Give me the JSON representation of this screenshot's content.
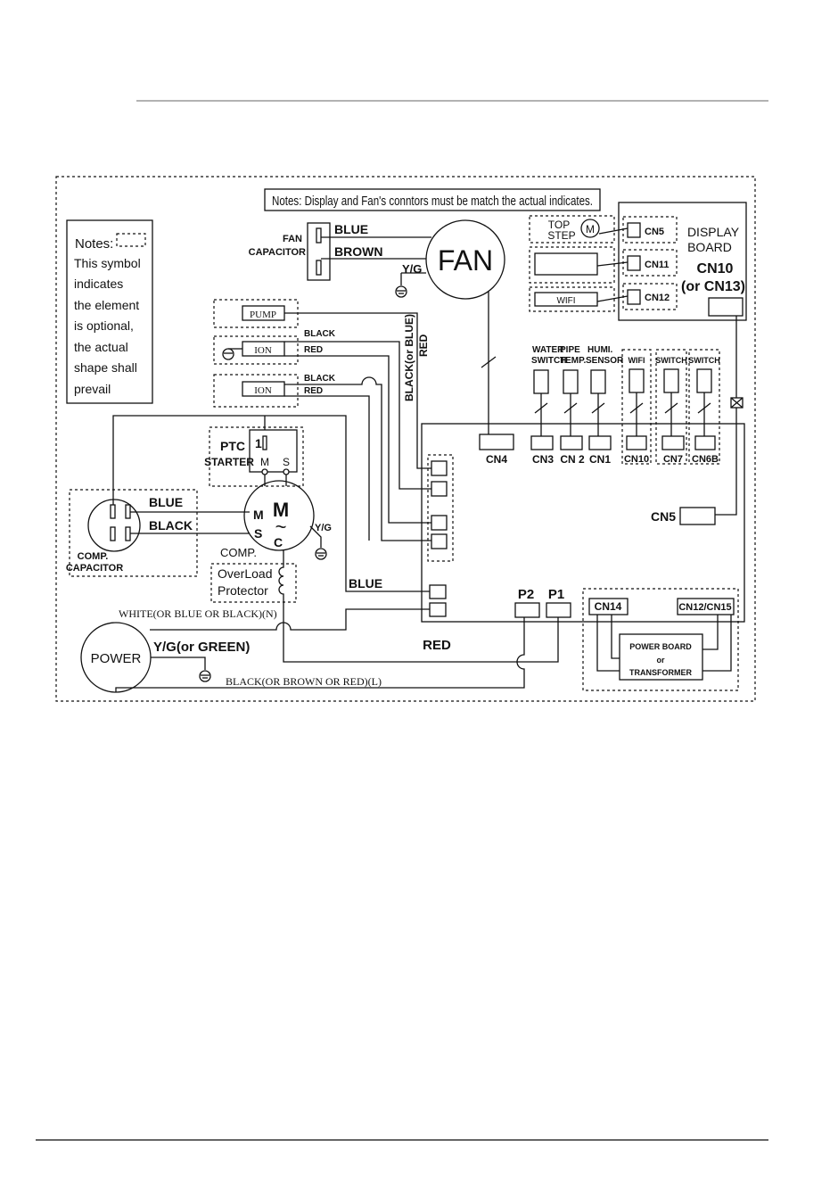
{
  "notes": {
    "top": "Notes: Display and Fan's conntors must be match the actual indicates.",
    "legend_title": "Notes:",
    "legend_lines": [
      "This symbol",
      "indicates",
      "the element",
      "is optional,",
      "the actual",
      "shape shall",
      "prevail"
    ]
  },
  "fan": {
    "label": "FAN",
    "capacitor": [
      "FAN",
      "CAPACITOR"
    ],
    "wire_blue": "BLUE",
    "wire_brown": "BROWN",
    "ground": "Y/G",
    "vertical_wire_1": "BLACK(or BLUE)",
    "vertical_wire_2": "RED"
  },
  "loads": {
    "pump": "PUMP",
    "ion1": "ION",
    "ion2": "ION",
    "black1": "BLACK",
    "red1": "RED",
    "black2": "BLACK",
    "red2": "RED"
  },
  "display": {
    "top_step": [
      "TOP",
      "STEP"
    ],
    "motor": "M",
    "wifi": "WIFI",
    "cn5": "CN5",
    "cn11": "CN11",
    "cn12": "CN12",
    "board": [
      "DISPLAY",
      "BOARD"
    ],
    "cn10": [
      "CN10",
      "(or CN13)"
    ]
  },
  "sensors": {
    "water": [
      "WATER",
      "SWITCH"
    ],
    "pipe": [
      "PIPE",
      "TEMP."
    ],
    "humi": [
      "HUMI.",
      "SENSOR"
    ],
    "wifi": "WIFI",
    "switch1": "SWITCH",
    "switch2": "SWITCH"
  },
  "connectors": {
    "cn4": "CN4",
    "cn3": "CN3",
    "cn2": "CN 2",
    "cn1": "CN1",
    "cn10": "CN10",
    "cn7": "CN7",
    "cn6b": "CN6B",
    "cn5": "CN5",
    "p2": "P2",
    "p1": "P1",
    "cn14": "CN14",
    "cn12_15": "CN12/CN15"
  },
  "compressor": {
    "ptc": [
      "PTC",
      "STARTER"
    ],
    "ptc_pins": [
      "1",
      "M",
      "S"
    ],
    "motor": "M",
    "tilde": "~",
    "pin_m": "M",
    "pin_s": "S",
    "pin_c": "C",
    "label": "COMP.",
    "ground": "Y/G",
    "cap_blue": "BLUE",
    "cap_black": "BLACK",
    "capacitor": [
      "COMP.",
      "CAPACITOR"
    ],
    "overload": [
      "OverLoad",
      "Protector"
    ],
    "blue": "BLUE"
  },
  "power": {
    "label": "POWER",
    "ground": "Y/G(or GREEN)",
    "neutral": "WHITE(OR BLUE OR BLACK)(N)",
    "line": "BLACK(OR BROWN OR RED)(L)",
    "red": "RED"
  },
  "power_board": [
    "POWER BOARD",
    "or",
    "TRANSFORMER"
  ]
}
